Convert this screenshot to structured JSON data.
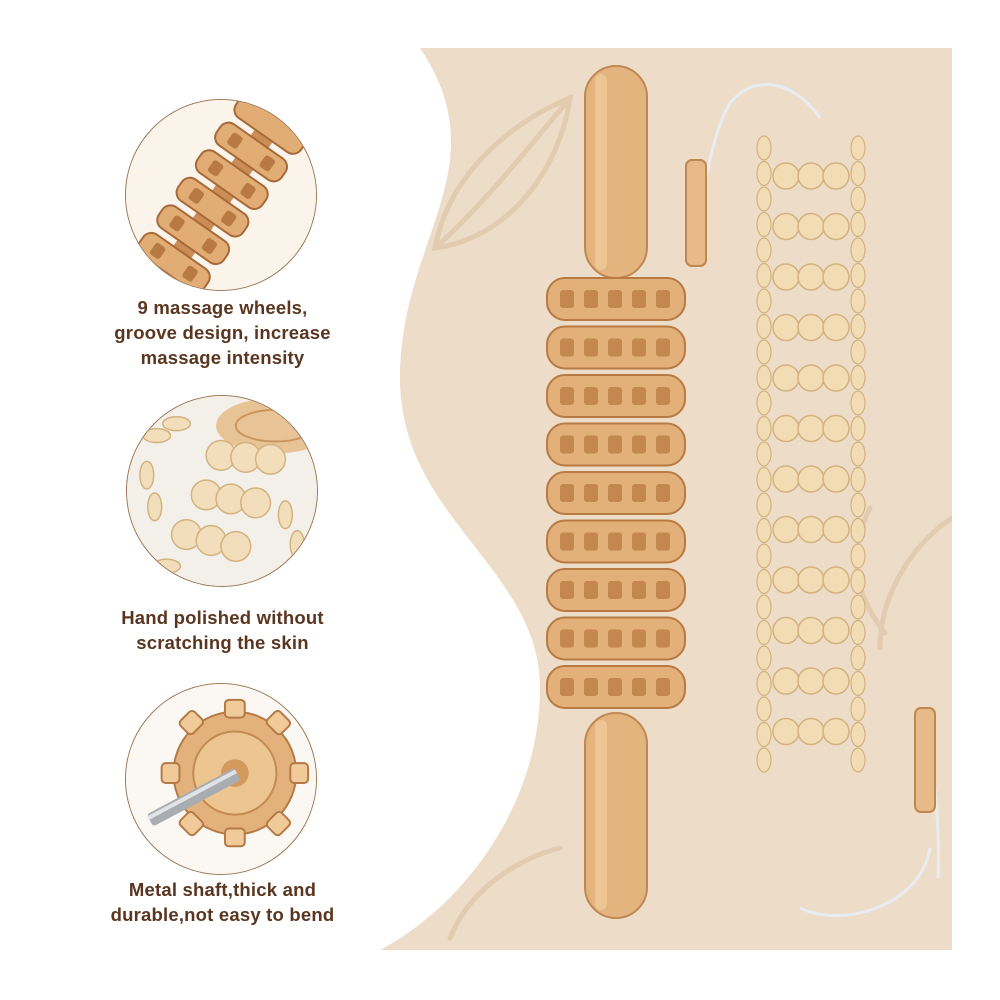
{
  "features": [
    {
      "id": "wheels",
      "caption": "9 massage wheels,\ngroove design, increase\nmassage intensity",
      "icon": "massage-wheels-photo"
    },
    {
      "id": "polish",
      "caption": "Hand polished without\nscratching the skin",
      "icon": "bead-belt-photo"
    },
    {
      "id": "shaft",
      "caption": "Metal shaft,thick and\ndurable,not easy to bend",
      "icon": "metal-shaft-photo"
    }
  ],
  "colors": {
    "text": "#5a3620",
    "panel": "#eddcc8",
    "wood": "#e3b07a",
    "wood_dark": "#b87a43",
    "bead": "#f1dcb4",
    "circle_border": "#9a7350"
  },
  "product": {
    "roller_wheel_count": 9,
    "bead_rows": 12,
    "beads_per_row": 3
  }
}
